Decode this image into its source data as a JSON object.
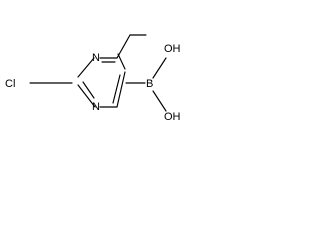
{
  "molecule": {
    "atoms": {
      "n_top": "N",
      "n_bottom": "N",
      "chlorine": "Cl",
      "boron": "B",
      "hydroxyl_top": "OH",
      "hydroxyl_bottom": "OH"
    }
  },
  "colors": {
    "bond": "#000000",
    "label": "#000000",
    "background": "#ffffff"
  }
}
